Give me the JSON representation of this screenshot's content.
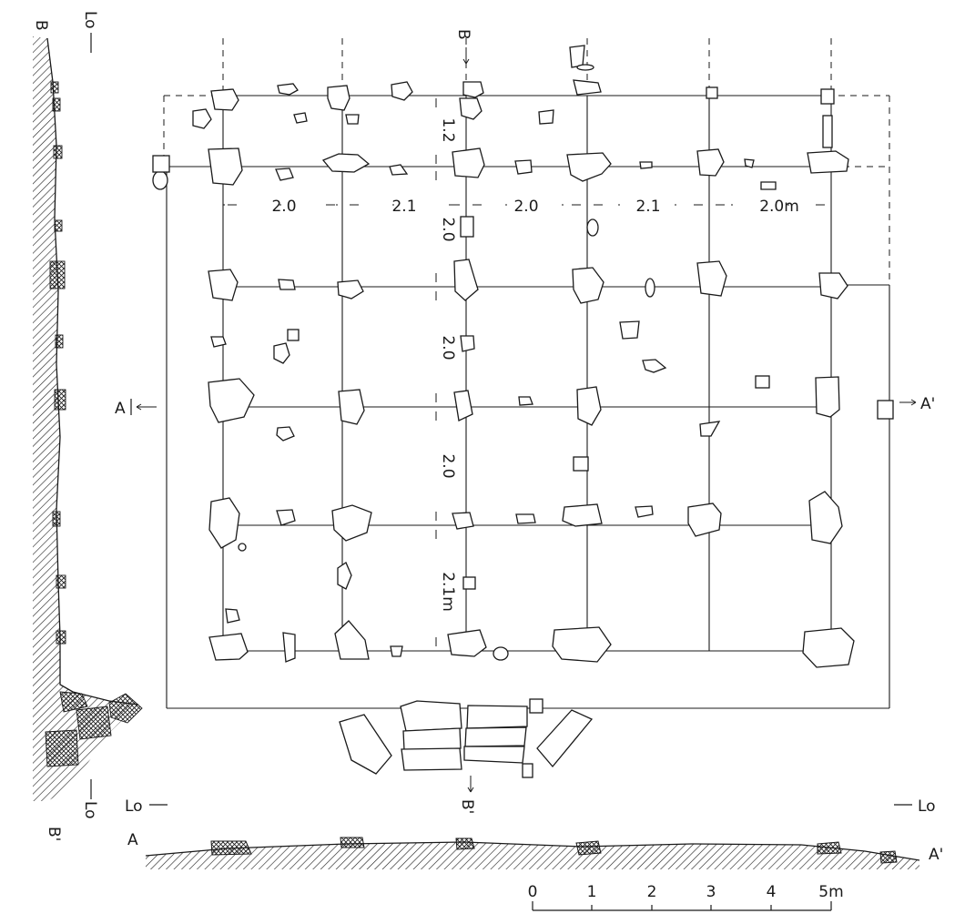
{
  "section_labels": {
    "a_left": "A",
    "a_right": "A'",
    "b_top": "B",
    "b_bottom": "B'",
    "lo": "Lo",
    "plan_a_left": "A",
    "plan_a_right": "A'",
    "plan_b_top": "B",
    "plan_b_bottom": "B'"
  },
  "spans": {
    "horizontal": [
      "2.0",
      "2.1",
      "2.0",
      "2.1",
      "2.0m"
    ],
    "vertical": [
      "1.2",
      "2.0",
      "2.0",
      "2.0",
      "2.1m"
    ]
  },
  "scale_bar": {
    "ticks": [
      "0",
      "1",
      "2",
      "3",
      "4",
      "5m"
    ]
  }
}
